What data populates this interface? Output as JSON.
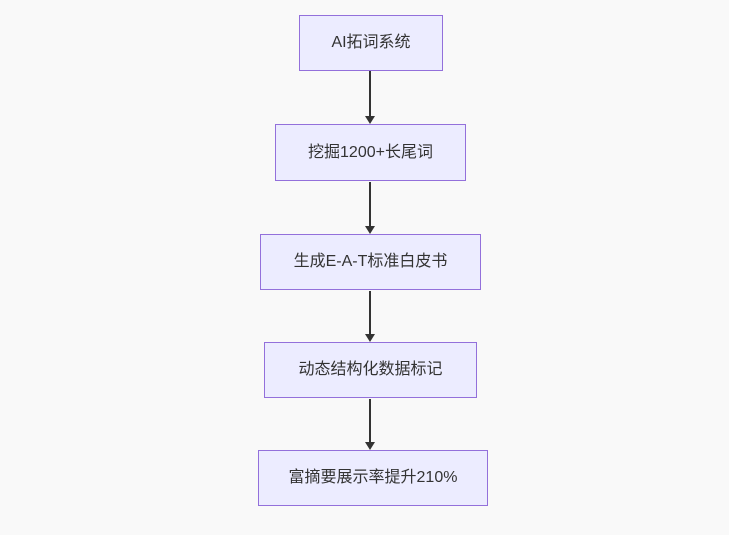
{
  "diagram": {
    "type": "flowchart",
    "direction": "top-down",
    "nodes": [
      {
        "id": "step1",
        "label": "AI拓词系统"
      },
      {
        "id": "step2",
        "label": "挖掘1200+长尾词"
      },
      {
        "id": "step3",
        "label": "生成E-A-T标准白皮书"
      },
      {
        "id": "step4",
        "label": "动态结构化数据标记"
      },
      {
        "id": "step5",
        "label": "富摘要展示率提升210%"
      }
    ],
    "edges": [
      {
        "from": "step1",
        "to": "step2"
      },
      {
        "from": "step2",
        "to": "step3"
      },
      {
        "from": "step3",
        "to": "step4"
      },
      {
        "from": "step4",
        "to": "step5"
      }
    ],
    "colors": {
      "background": "#f9f9f9",
      "node_fill": "#ECECFF",
      "node_border": "#9370DB",
      "text": "#333333",
      "arrow": "#333333"
    }
  }
}
